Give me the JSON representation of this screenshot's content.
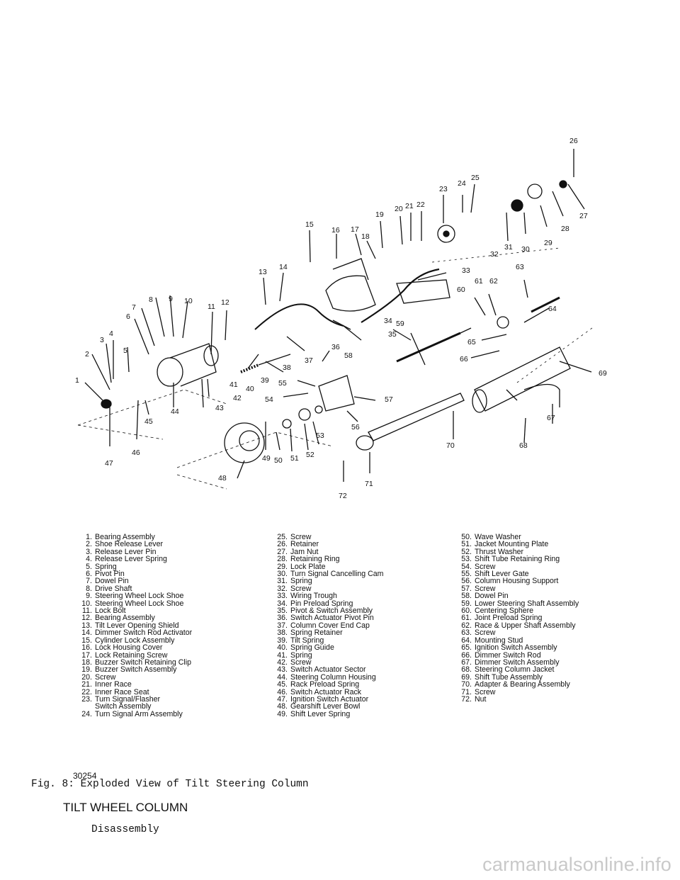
{
  "figure": {
    "part_labels": [
      "1",
      "2",
      "3",
      "4",
      "5",
      "6",
      "7",
      "8",
      "9",
      "10",
      "11",
      "12",
      "13",
      "14",
      "15",
      "16",
      "17",
      "18",
      "19",
      "20",
      "21",
      "22",
      "23",
      "24",
      "25",
      "26",
      "27",
      "28",
      "29",
      "30",
      "31",
      "32",
      "33",
      "34",
      "35",
      "36",
      "37",
      "38",
      "39",
      "40",
      "41",
      "42",
      "43",
      "44",
      "45",
      "46",
      "47",
      "48",
      "49",
      "50",
      "51",
      "52",
      "53",
      "54",
      "55",
      "56",
      "57",
      "58",
      "59",
      "60",
      "61",
      "62",
      "63",
      "64",
      "65",
      "66",
      "67",
      "68",
      "69",
      "70",
      "71",
      "72"
    ],
    "legend_columns": [
      [
        {
          "num": "1.",
          "text": "Bearing Assembly"
        },
        {
          "num": "2.",
          "text": "Shoe Release Lever"
        },
        {
          "num": "3.",
          "text": "Release Lever Pin"
        },
        {
          "num": "4.",
          "text": "Release Lever Spring"
        },
        {
          "num": "5.",
          "text": "Spring"
        },
        {
          "num": "6.",
          "text": "Pivot Pin"
        },
        {
          "num": "7.",
          "text": "Dowel Pin"
        },
        {
          "num": "8.",
          "text": "Drive Shaft"
        },
        {
          "num": "9.",
          "text": "Steering Wheel Lock Shoe"
        },
        {
          "num": "10.",
          "text": "Steering Wheel Lock Shoe"
        },
        {
          "num": "11.",
          "text": "Lock Bolt"
        },
        {
          "num": "12.",
          "text": "Bearing Assembly"
        },
        {
          "num": "13.",
          "text": "Tilt Lever Opening Shield"
        },
        {
          "num": "14.",
          "text": "Dimmer Switch Rod Activator"
        },
        {
          "num": "15.",
          "text": "Cylinder Lock Assembly"
        },
        {
          "num": "16.",
          "text": "Lock Housing Cover"
        },
        {
          "num": "17.",
          "text": "Lock Retaining Screw"
        },
        {
          "num": "18.",
          "text": "Buzzer Switch Retaining Clip"
        },
        {
          "num": "19.",
          "text": "Buzzer Switch Assembly"
        },
        {
          "num": "20.",
          "text": "Screw"
        },
        {
          "num": "21.",
          "text": "Inner Race"
        },
        {
          "num": "22.",
          "text": "Inner Race Seat"
        },
        {
          "num": "23.",
          "text": "Turn Signal/Flasher"
        },
        {
          "num": "",
          "text": "Switch Assembly"
        },
        {
          "num": "24.",
          "text": "Turn Signal Arm Assembly"
        }
      ],
      [
        {
          "num": "25.",
          "text": "Screw"
        },
        {
          "num": "26.",
          "text": "Retainer"
        },
        {
          "num": "27.",
          "text": "Jam Nut"
        },
        {
          "num": "28.",
          "text": "Retaining Ring"
        },
        {
          "num": "29.",
          "text": "Lock Plate"
        },
        {
          "num": "30.",
          "text": "Turn Signal Cancelling Cam"
        },
        {
          "num": "31.",
          "text": "Spring"
        },
        {
          "num": "32.",
          "text": "Screw"
        },
        {
          "num": "33.",
          "text": "Wiring Trough"
        },
        {
          "num": "34.",
          "text": "Pin Preload Spring"
        },
        {
          "num": "35.",
          "text": "Pivot & Switch Assembly"
        },
        {
          "num": "36.",
          "text": "Switch Actuator Pivot Pin"
        },
        {
          "num": "37.",
          "text": "Column Cover End Cap"
        },
        {
          "num": "38.",
          "text": "Spring Retainer"
        },
        {
          "num": "39.",
          "text": "Tilt Spring"
        },
        {
          "num": "40.",
          "text": "Spring Guide"
        },
        {
          "num": "41.",
          "text": "Spring"
        },
        {
          "num": "42.",
          "text": "Screw"
        },
        {
          "num": "43.",
          "text": "Switch Actuator Sector"
        },
        {
          "num": "44.",
          "text": "Steering Column Housing"
        },
        {
          "num": "45.",
          "text": "Rack Preload Spring"
        },
        {
          "num": "46.",
          "text": "Switch Actuator Rack"
        },
        {
          "num": "47.",
          "text": "Ignition Switch Actuator"
        },
        {
          "num": "48.",
          "text": "Gearshift Lever Bowl"
        },
        {
          "num": "49.",
          "text": "Shift Lever Spring"
        }
      ],
      [
        {
          "num": "50.",
          "text": "Wave Washer"
        },
        {
          "num": "51.",
          "text": "Jacket Mounting Plate"
        },
        {
          "num": "52.",
          "text": "Thrust Washer"
        },
        {
          "num": "53.",
          "text": "Shift Tube Retaining Ring"
        },
        {
          "num": "54.",
          "text": "Screw"
        },
        {
          "num": "55.",
          "text": "Shift Lever Gate"
        },
        {
          "num": "56.",
          "text": "Column Housing Support"
        },
        {
          "num": "57.",
          "text": "Screw"
        },
        {
          "num": "58.",
          "text": "Dowel Pin"
        },
        {
          "num": "59.",
          "text": "Lower Steering Shaft Assembly"
        },
        {
          "num": "60.",
          "text": "Centering Sphere"
        },
        {
          "num": "61.",
          "text": "Joint Preload Spring"
        },
        {
          "num": "62.",
          "text": "Race & Upper Shaft Assembly"
        },
        {
          "num": "63.",
          "text": "Screw"
        },
        {
          "num": "64.",
          "text": "Mounting Stud"
        },
        {
          "num": "65.",
          "text": "Ignition Switch Assembly"
        },
        {
          "num": "66.",
          "text": "Dimmer Switch Rod"
        },
        {
          "num": "67.",
          "text": "Dimmer Switch Assembly"
        },
        {
          "num": "68.",
          "text": "Steering Column Jacket"
        },
        {
          "num": "69.",
          "text": "Shift Tube Assembly"
        },
        {
          "num": "70.",
          "text": "Adapter & Bearing Assembly"
        },
        {
          "num": "71.",
          "text": "Screw"
        },
        {
          "num": "72.",
          "text": "Nut"
        }
      ]
    ],
    "figure_id": "30254",
    "caption": "Fig. 8:  Exploded View of Tilt Steering Column"
  },
  "section_title": "TILT WHEEL COLUMN",
  "subsection_title": "Disassembly",
  "watermark": "carmanualsonline.info"
}
